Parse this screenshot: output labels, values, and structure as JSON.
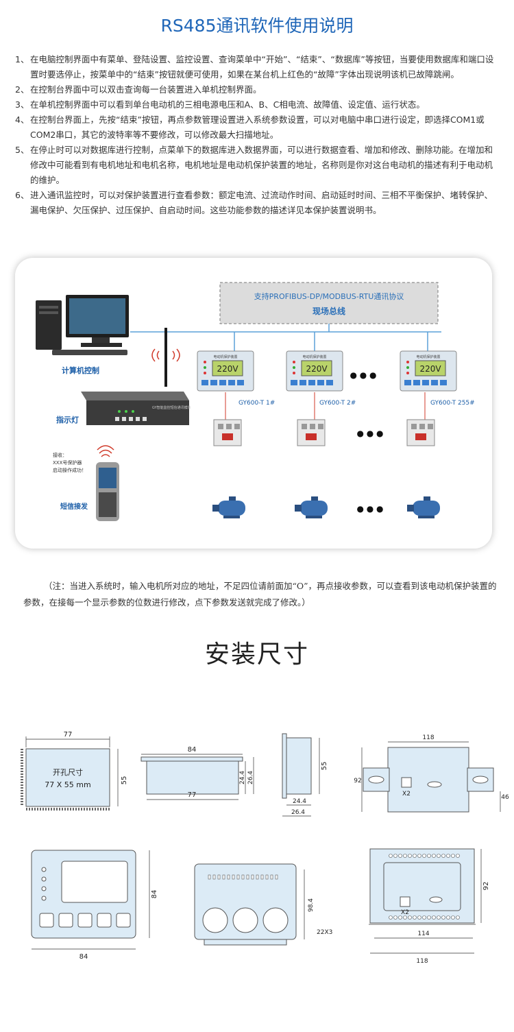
{
  "title": "RS485通讯软件使用说明",
  "instructions": [
    {
      "num": "1、",
      "text": "在电脑控制界面中有菜单、登陆设置、监控设置、查询菜单中“开始”、“结束”、“数据库”等按钮，当要使用数据库和端口设置时要选停止，按菜单中的“结束”按钮就便可使用，如果在某台机上红色的“故障”字体出现说明该机已故障跳闸。"
    },
    {
      "num": "2、",
      "text": "在控制台界面中可以双击查询每一台装置进入单机控制界面。"
    },
    {
      "num": "3、",
      "text": "在单机控制界面中可以看到单台电动机的三相电源电压和A、B、C相电流、故障值、设定值、运行状态。"
    },
    {
      "num": "4、",
      "text": "在控制台界面上，先按“结束”按钮，再点参数管理设置进入系统参数设置，可以对电脑中串口进行设定，即选择COM1或COM2串口，其它的波特率等不要修改，可以修改最大扫描地址。"
    },
    {
      "num": "5、",
      "text": "在停止时可以对数据库进行控制，点菜单下的数据库进入数据界面，可以进行数据查看、增加和修改、删除功能。在增加和修改中可能看到有电机地址和电机名称，电机地址是电动机保护装置的地址，名称则是你对这台电动机的描述有利于电动机的维护。"
    },
    {
      "num": "6、",
      "text": "进入通讯监控时，可以对保护装置进行查看参数：额定电流、过流动作时间、启动延时时间、三相不平衡保护、堵转保护、漏电保护、欠压保护、过压保护、自启动时间。这些功能参数的描述详见本保护装置说明书。"
    }
  ],
  "diagram": {
    "bus_line1": "支持PROFIBUS-DP/MODBUS-RTU通讯协议",
    "bus_line2": "现场总线",
    "computer_label": "计算机控制",
    "indicator_label": "指示灯",
    "sms_label": "短信接发",
    "gateway_text": "GY智能监控短信通讯模块",
    "phone_text": [
      "接收：",
      "XXX号保护器",
      "启动操作成功！"
    ],
    "device_names": [
      "GY600-T 1#",
      "GY600-T 2#",
      "GY600-T 255#"
    ],
    "screen_value": "220V",
    "device_header": "电动机保护装置",
    "ellipsis": "● ● ●"
  },
  "note": "（注：当进入系统时，输入电机所对应的地址，不足四位请前面加“O”，再点接收参数，可以查看到该电动机保护装置的参数，在接每一个显示参数的位数进行修改，点下参数发送就完成了修改。）",
  "install_title": "安装尺寸",
  "dimensions": {
    "cutout_width": "77",
    "cutout_height": "55",
    "cutout_title": "开孔尺寸",
    "cutout_size": "77 X 55 mm",
    "side_top": "84",
    "side_bottom": "77",
    "side_h1": "24.4",
    "side_h2": "26.4",
    "end_h": "55",
    "end_b1": "24.4",
    "end_b2": "26.4",
    "back_top": "118",
    "back_left": "92",
    "back_right": "46",
    "back_label": "X2",
    "front_h": "84",
    "front_w": "84",
    "bottom_h": "98.4",
    "bottom_hole": "22X3",
    "rear_h": "92",
    "rear_w1": "114",
    "rear_w2": "118",
    "rear_label": "X2"
  },
  "colors": {
    "title": "#1f66b8",
    "panel_blue": "#dcebf6",
    "bus_text": "#2a6fb8",
    "device_label": "#1d5fa8"
  }
}
